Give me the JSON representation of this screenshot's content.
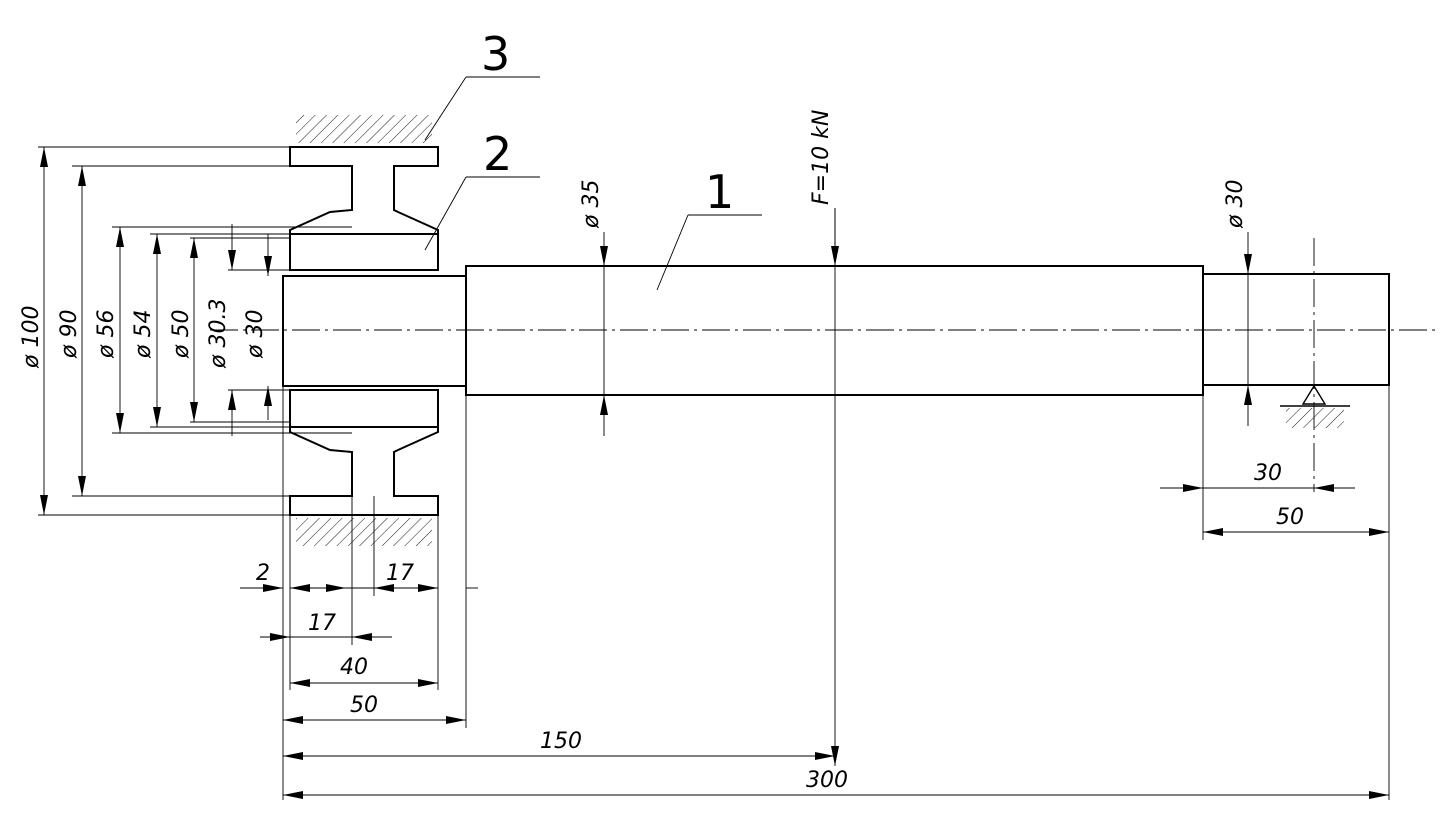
{
  "parts": {
    "shaft": "1",
    "bushing": "2",
    "housing": "3"
  },
  "load": {
    "label": "F=10 kN"
  },
  "diameters": {
    "d100": "ø 100",
    "d90": "ø 90",
    "d56": "ø 56",
    "d54": "ø 54",
    "d50": "ø 50",
    "d30_3": "ø 30.3",
    "d30_left": "ø 30",
    "d35": "ø 35",
    "d30_right": "ø 30"
  },
  "lengths": {
    "l2": "2",
    "l17_top": "17",
    "l17_bottom": "17",
    "l40": "40",
    "l50_left": "50",
    "l150": "150",
    "l300": "300",
    "l30_right": "30",
    "l50_right": "50"
  }
}
